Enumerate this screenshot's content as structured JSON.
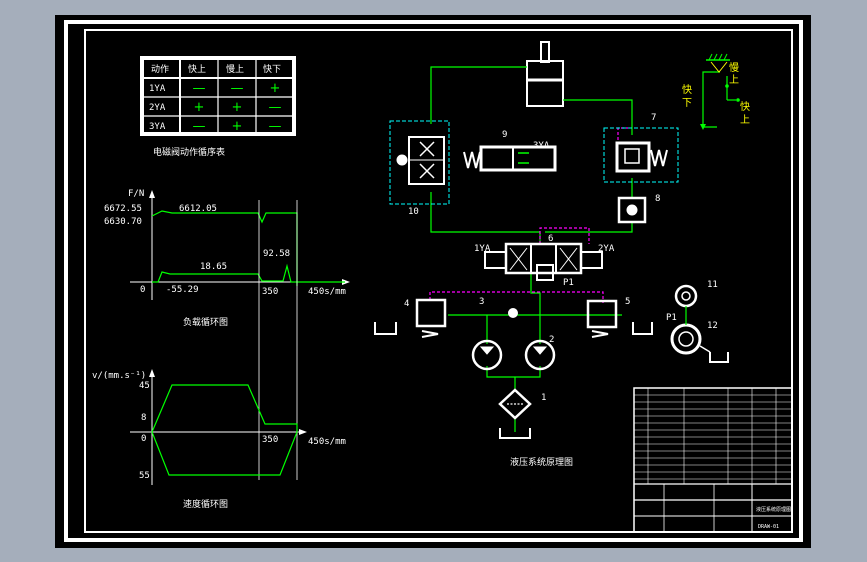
{
  "seq_table": {
    "headers": [
      "动作",
      "快上",
      "慢上",
      "快下"
    ],
    "rows": [
      {
        "label": "1YA",
        "cells": [
          "—",
          "—",
          "+"
        ]
      },
      {
        "label": "2YA",
        "cells": [
          "+",
          "+",
          "—"
        ]
      },
      {
        "label": "3YA",
        "cells": [
          "—",
          "+",
          "—"
        ]
      }
    ],
    "caption": "电磁阀动作循序表"
  },
  "load_chart": {
    "ylabel": "F/N",
    "xlabel": "450s/mm",
    "caption": "负载循环图",
    "y_tick_labels": [
      "6672.55",
      "6630.70",
      "0"
    ],
    "annotations": [
      "6612.05",
      "18.65",
      "92.58",
      "-55.29"
    ],
    "x_tick_labels": [
      "350"
    ]
  },
  "speed_chart": {
    "ylabel": "v/(mm.s⁻¹)",
    "xlabel": "450s/mm",
    "caption": "速度循环图",
    "y_tick_labels": [
      "45",
      "8",
      "0",
      "55"
    ],
    "x_tick_labels": [
      "350"
    ]
  },
  "schematic": {
    "caption": "液压系统原理图",
    "labels": {
      "n1": "1",
      "n2": "2",
      "n3": "3",
      "n4": "4",
      "n5": "5",
      "n6": "6",
      "n7": "7",
      "n8": "8",
      "n9": "9",
      "n10": "10",
      "n11": "11",
      "n12": "12",
      "ya1": "1YA",
      "ya2": "2YA",
      "ya3": "3YA",
      "p1a": "P1",
      "p1b": "P1"
    }
  },
  "motion_diagram": {
    "labels": [
      "慢",
      "上",
      "快",
      "下",
      "快",
      "上"
    ]
  },
  "title_block": {
    "title_text": "液压系统原理图",
    "drawing_no": "DRAW-01"
  },
  "colors": {
    "window_bg": "#a5aebb",
    "sheet_bg": "#000000",
    "line_green": "#00ff00",
    "line_yellow": "#ffff00",
    "line_cyan": "#00ffff",
    "line_magenta": "#ff00ff",
    "line_white": "#ffffff"
  }
}
